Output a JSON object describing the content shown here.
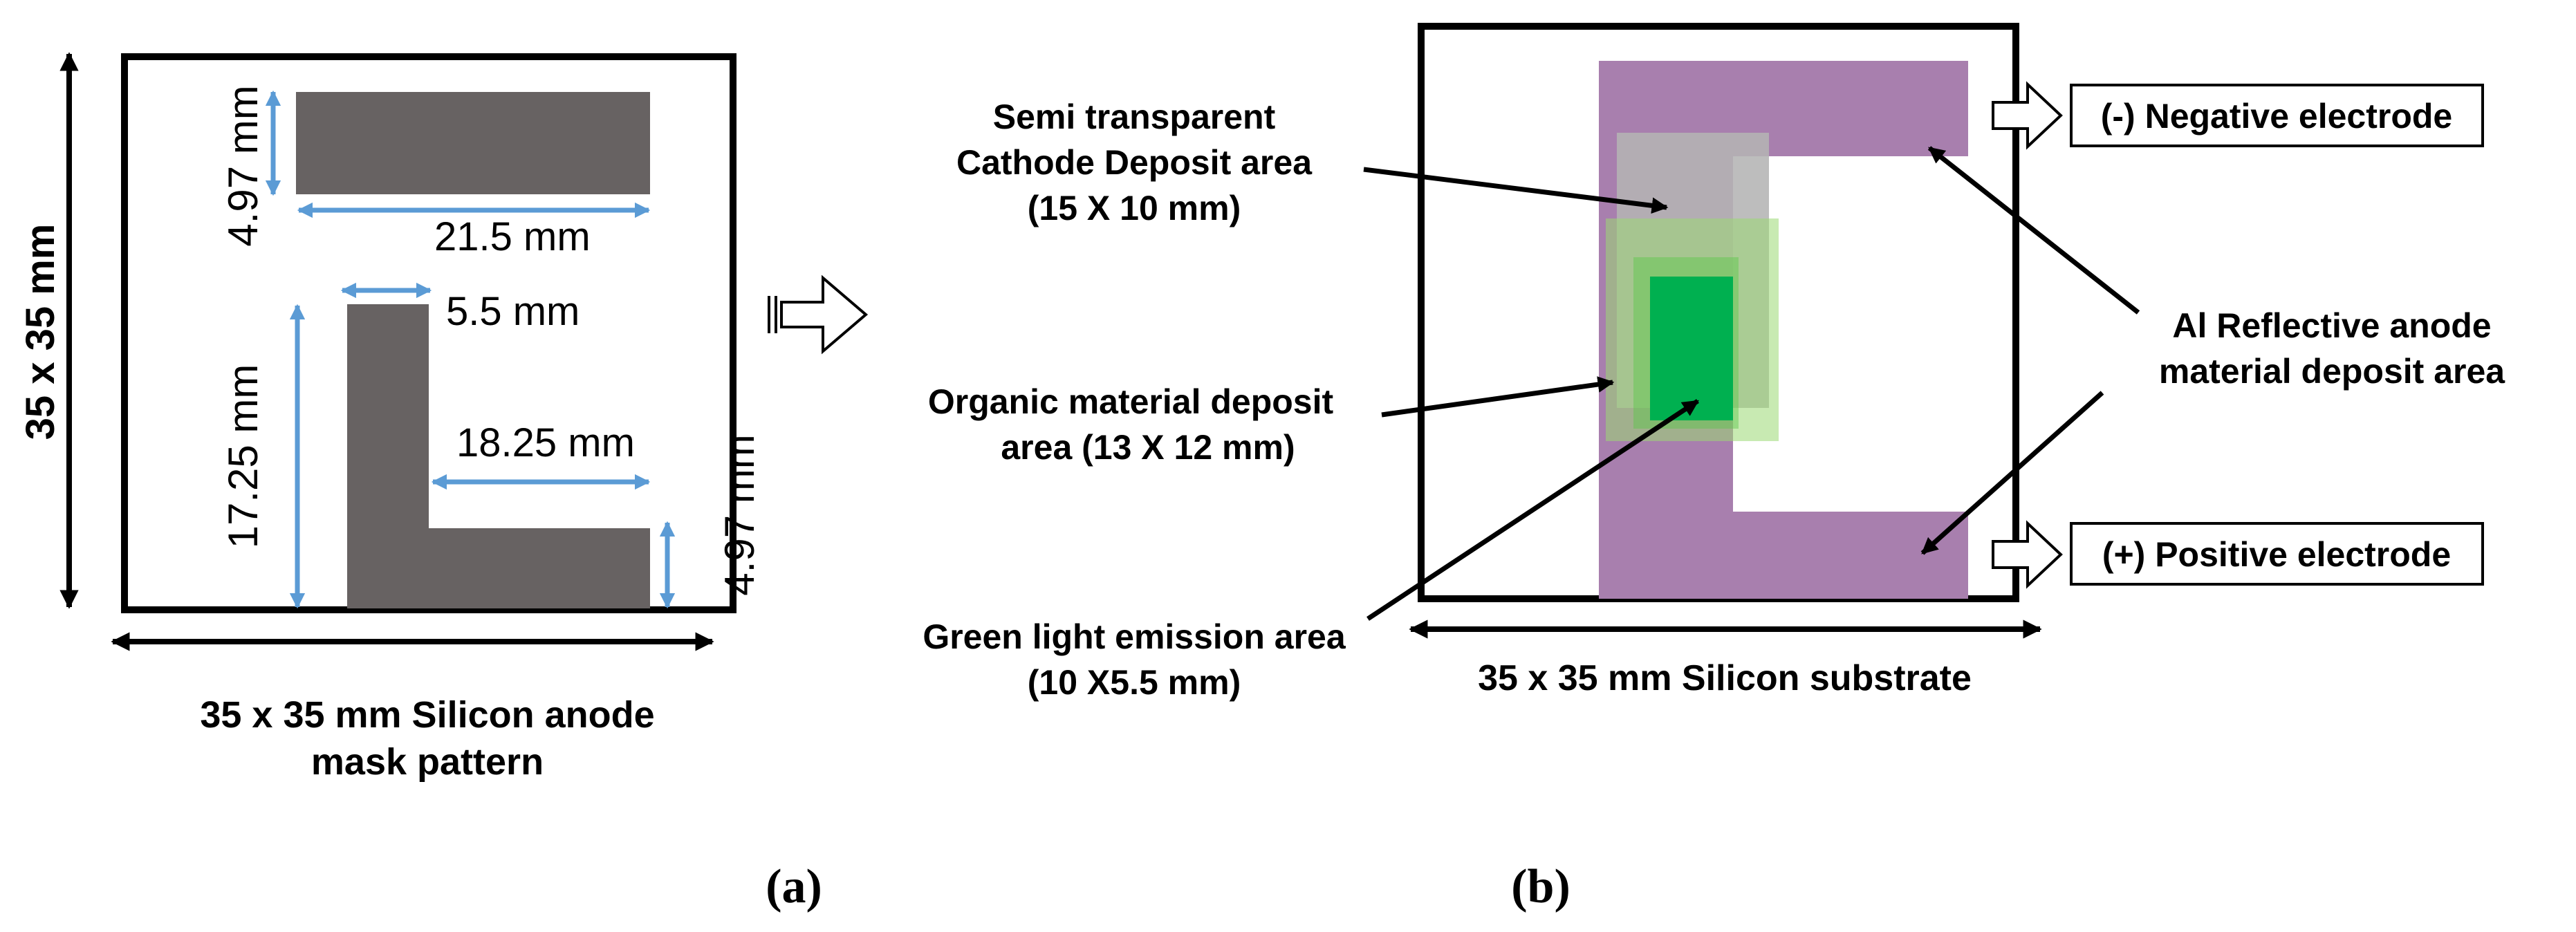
{
  "colors": {
    "mask_gray": "#676262",
    "dimension_blue": "#5b9bd5",
    "anode_purple": "#a87fae",
    "cathode_gray": "#b4b4b4",
    "organic_light_green": "#b6e39a",
    "emission_green": "#00b050",
    "frame_black": "#000000"
  },
  "panel_a": {
    "height_label": "35 x 35 mm",
    "caption_line1": "35 x 35 mm Silicon anode",
    "caption_line2": "mask pattern",
    "dim_top_height": "4.97 mm",
    "dim_top_width": "21.5 mm",
    "dim_leg_width": "5.5 mm",
    "dim_leg_height": "17.25 mm",
    "dim_foot_width": "18.25 mm",
    "dim_foot_height": "4.97 mm",
    "subfigure_label": "(a)"
  },
  "transition_arrow": "arrow-right-icon",
  "panel_b": {
    "cathode_label_line1": "Semi transparent",
    "cathode_label_line2": "Cathode  Deposit area",
    "cathode_label_line3": "(15 X 10 mm)",
    "organic_label_line1": "Organic material deposit",
    "organic_label_line2": "area (13 X 12 mm)",
    "emission_label_line1": "Green light emission area",
    "emission_label_line2": "(10 X5.5 mm)",
    "anode_label_line1": "Al Reflective anode",
    "anode_label_line2": "material deposit area",
    "negative_electrode": "(-) Negative electrode",
    "positive_electrode": "(+) Positive electrode",
    "caption": "35 x 35 mm Silicon substrate",
    "subfigure_label": "(b)"
  }
}
